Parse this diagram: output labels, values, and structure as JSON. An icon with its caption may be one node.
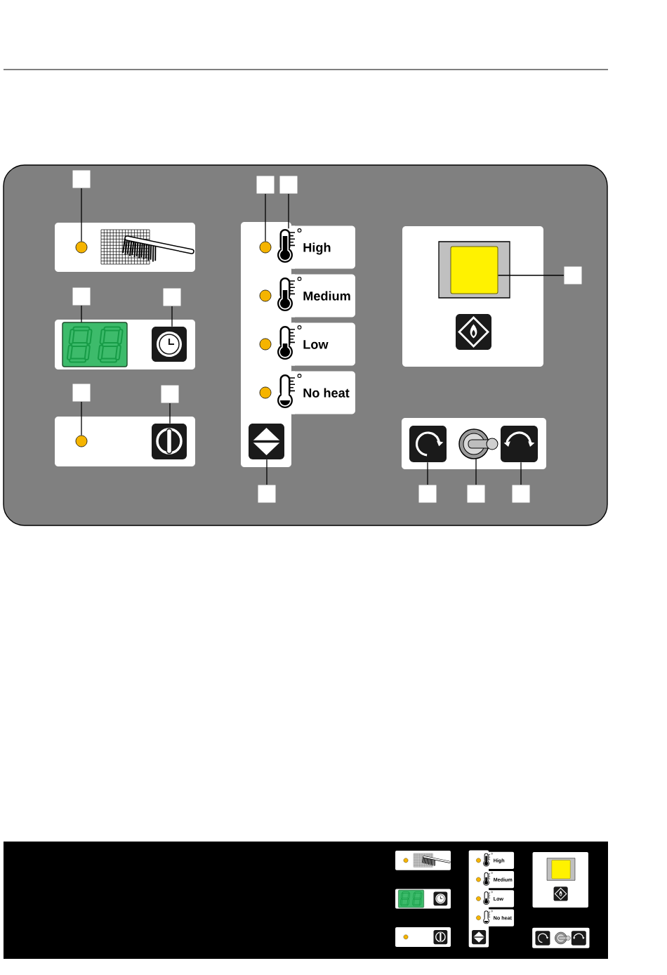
{
  "diagram": {
    "nodes": [
      {
        "text": [],
        "shape": "box"
      },
      {
        "text": [],
        "shape": "box"
      },
      {
        "text": [],
        "shape": "box"
      },
      {
        "text": [],
        "shape": "circle"
      },
      {
        "text": [
          "High"
        ]
      },
      {
        "text": [],
        "shape": "circle"
      },
      {
        "text": [],
        "shape": "picture"
      },
      {
        "text": [],
        "shape": "box"
      },
      {
        "text": [],
        "shape": "box"
      },
      {
        "text": [
          "Medium"
        ]
      },
      {
        "text": [],
        "shape": "box"
      },
      {
        "text": [],
        "shape": "box"
      },
      {
        "text": [],
        "shape": "picture"
      },
      {
        "text": [],
        "shape": "picture"
      },
      {
        "text": [
          "Low"
        ]
      },
      {
        "text": [
          "No heat"
        ]
      },
      {
        "text": [],
        "shape": "box"
      },
      {
        "text": [],
        "shape": "box"
      },
      {
        "text": [],
        "shape": "circle"
      },
      {
        "text": [],
        "shape": "picture"
      },
      {
        "text": [],
        "shape": "picture"
      },
      {
        "text": [],
        "shape": "picture"
      },
      {
        "text": [],
        "shape": "picture"
      },
      {
        "text": [],
        "shape": "picture"
      },
      {
        "text": [],
        "shape": "box"
      },
      {
        "text": [],
        "shape": "box"
      },
      {
        "text": [],
        "shape": "box"
      },
      {
        "text": [],
        "shape": "box"
      },
      {
        "text": [
          "High"
        ]
      },
      {
        "text": [
          "Medium"
        ]
      },
      {
        "text": [
          "Low"
        ]
      },
      {
        "text": [
          "No heat"
        ]
      },
      {
        "text": [],
        "shape": "circle"
      },
      {
        "text": [],
        "shape": "circle"
      },
      {
        "text": [],
        "shape": "circle"
      },
      {
        "text": [],
        "shape": "picture"
      }
    ],
    "edges": [
      {
        "from": 0,
        "to": 3,
        "arrow": "none"
      },
      {
        "from": 1,
        "to": 5,
        "arrow": "none"
      },
      {
        "from": 2,
        "to": 6,
        "arrow": "none"
      },
      {
        "from": 8,
        "to": 7,
        "arrow": "none"
      },
      {
        "from": 10,
        "to": 12,
        "arrow": "none"
      },
      {
        "from": 11,
        "to": 13,
        "arrow": "none"
      },
      {
        "from": 16,
        "to": 18,
        "arrow": "none"
      },
      {
        "from": 17,
        "to": 19,
        "arrow": "none"
      },
      {
        "from": 24,
        "to": 20,
        "arrow": "none"
      },
      {
        "from": 25,
        "to": 21,
        "arrow": "none"
      },
      {
        "from": 26,
        "to": 22,
        "arrow": "none"
      },
      {
        "from": 27,
        "to": 23,
        "arrow": "none"
      }
    ]
  }
}
